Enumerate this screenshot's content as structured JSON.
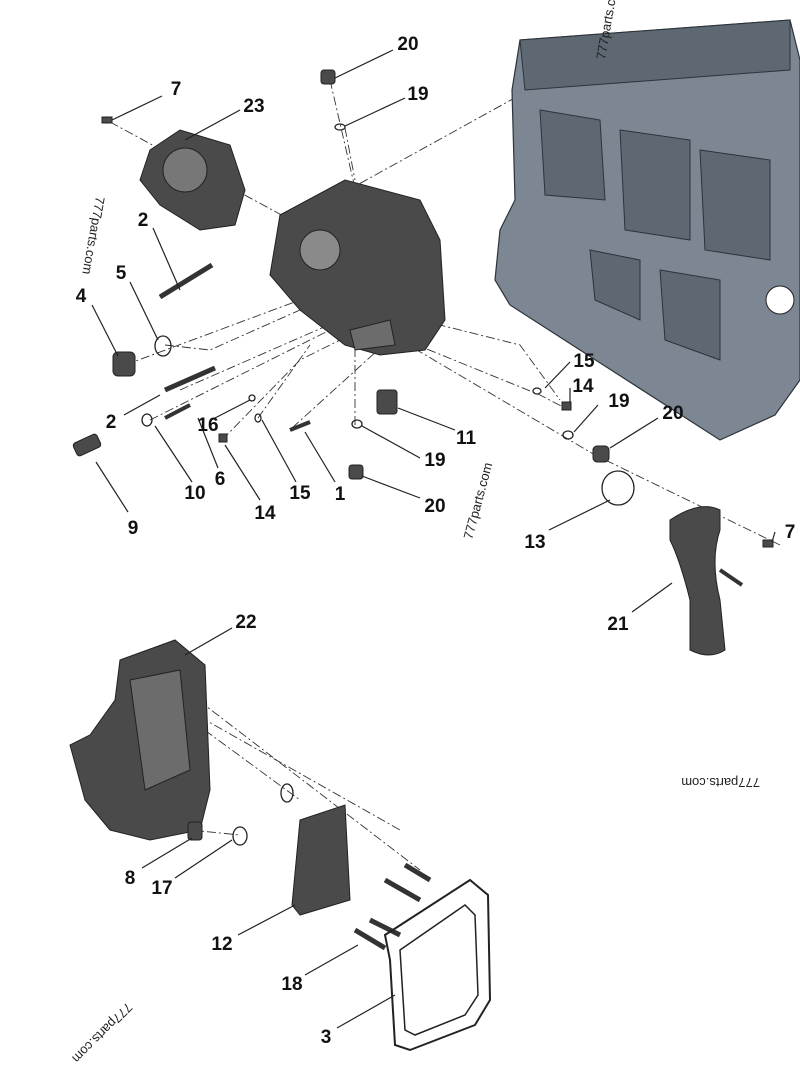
{
  "diagram": {
    "title": "Engine front cover / oil cooler exploded parts view",
    "watermark": "777parts.com",
    "callouts": [
      "20",
      "7",
      "23",
      "19",
      "2",
      "5",
      "4",
      "15",
      "14",
      "19",
      "20",
      "11",
      "19",
      "16",
      "2",
      "6",
      "10",
      "14",
      "15",
      "1",
      "20",
      "9",
      "13",
      "7",
      "21",
      "22",
      "8",
      "17",
      "12",
      "18",
      "3"
    ]
  }
}
